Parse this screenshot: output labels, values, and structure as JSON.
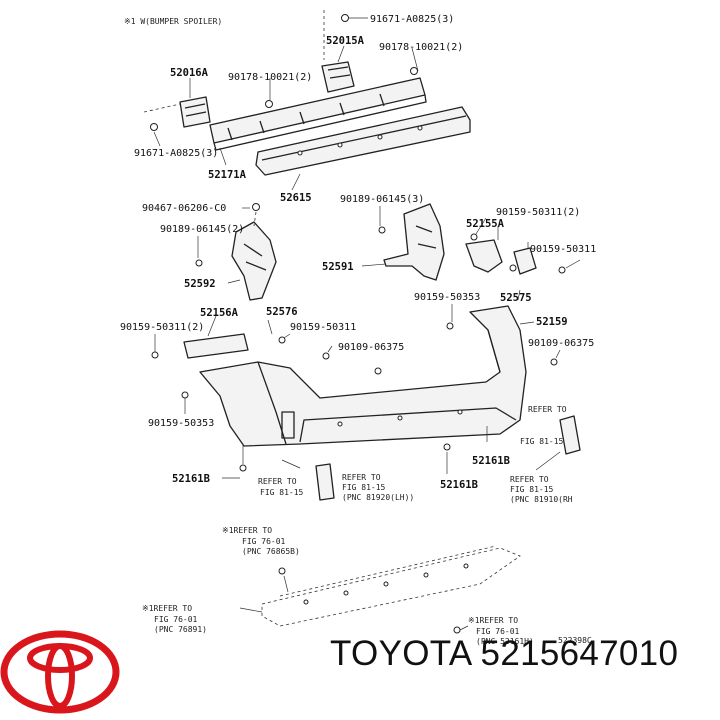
{
  "caption": "TOYOTA 5215647010",
  "brand_color": "#d9161c",
  "logo": "toyota-logo",
  "figure_code": "522398C",
  "labels": {
    "spoiler_note": "※1 W(BUMPER SPOILER)",
    "l_91671_top": "91671-A0825(3)",
    "l_52015A": "52015A",
    "l_90178_top": "90178-10021(2)",
    "l_52016A": "52016A",
    "l_90178_mid": "90178-10021(2)",
    "l_91671_left": "91671-A0825(3)",
    "l_52171A": "52171A",
    "l_52615": "52615",
    "l_90467": "90467-06206-C0",
    "l_90189_left": "90189-06145(2)",
    "l_52592": "52592",
    "l_90189_mid": "90189-06145(3)",
    "l_52591": "52591",
    "l_90159_tr": "90159-50311(2)",
    "l_52155A": "52155A",
    "l_90159_r": "90159-50311",
    "l_90159_353_mid": "90159-50353",
    "l_52575": "52575",
    "l_52576": "52576",
    "l_52156A": "52156A",
    "l_90159_311_l": "90159-50311(2)",
    "l_90159_311_m": "90159-50311",
    "l_90109_m": "90109-06375",
    "l_52159": "52159",
    "l_90109_r": "90109-06375",
    "l_90159_353_l": "90159-50353",
    "l_52161B_l": "52161B",
    "l_52161B_m": "52161B",
    "ref_lh_1": "REFER TO",
    "ref_lh_2": "FIG 81-15",
    "ref_rh_1": "REFER TO",
    "ref_rh_2": "FIG 81-15",
    "ref_pnc_lh_1": "REFER TO",
    "ref_pnc_lh_2": "FIG 81-15",
    "ref_pnc_lh_3": "(PNC 81920(LH))",
    "ref_pnc_rh_1": "REFER TO",
    "ref_pnc_rh_2": "FIG 81-15",
    "ref_pnc_rh_3": "(PNC 81910(RH",
    "ref_76865_1": "※1REFER TO",
    "ref_76865_2": "FIG 76-01",
    "ref_76865_3": "(PNC 76865B)",
    "ref_76891_1": "※1REFER TO",
    "ref_76891_2": "FIG 76-01",
    "ref_76891_3": "(PNC 76891)",
    "ref_52161H_1": "※1REFER TO",
    "ref_52161H_2": "FIG 76-01",
    "ref_52161H_3": "(PNC 52161H)"
  }
}
